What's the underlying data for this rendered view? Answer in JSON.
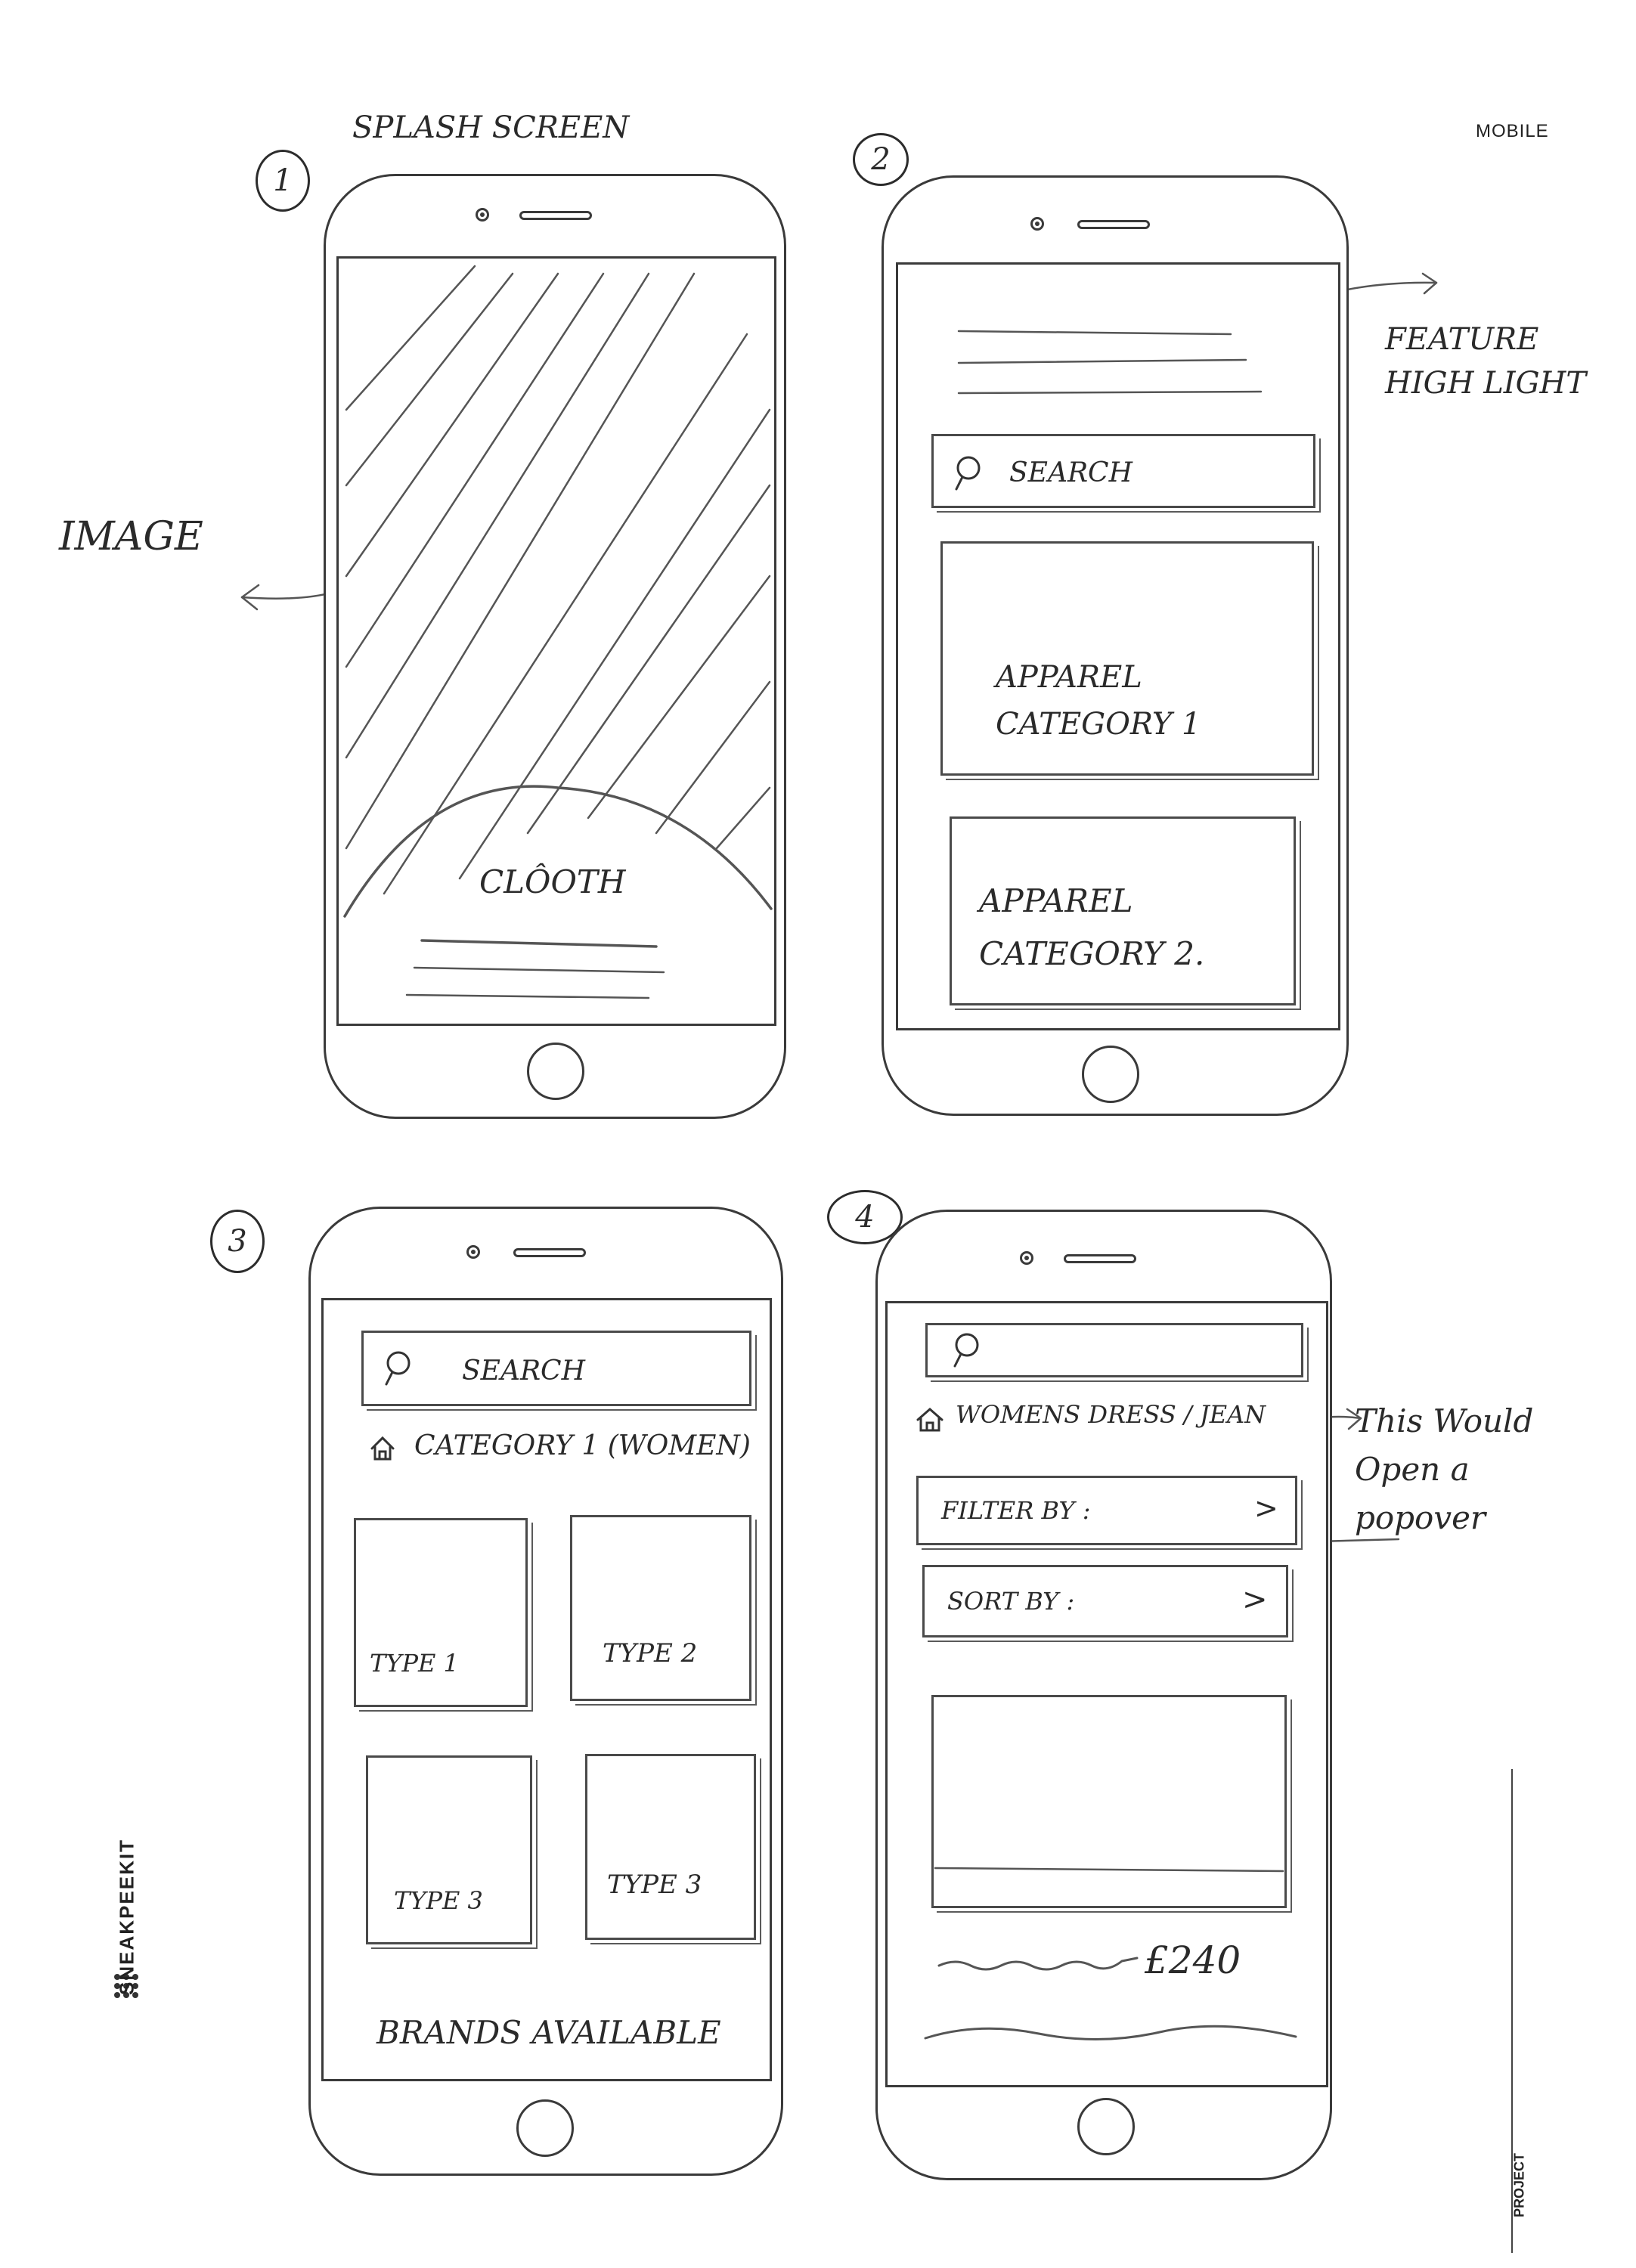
{
  "page": {
    "top_right_label": "MOBILE",
    "footer_brand": "SNEAKPEEKIT",
    "footer_project": "PROJECT"
  },
  "screen1": {
    "number": "1",
    "title": "SPLASH SCREEN",
    "annotation": "IMAGE",
    "app_name": "CLÔOTH"
  },
  "screen2": {
    "number": "2",
    "annotation": [
      "FEATURE",
      "HIGH LIGHT"
    ],
    "search_label": "SEARCH",
    "cards": [
      "APPAREL\nCATEGORY 1",
      "APPAREL\nCATEGORY 2."
    ]
  },
  "screen3": {
    "number": "3",
    "search_label": "SEARCH",
    "breadcrumb": "CATEGORY 1 (WOMEN)",
    "tiles": [
      "TYPE 1",
      "TYPE 2",
      "TYPE 3",
      "TYPE 3"
    ],
    "brands_label": "BRANDS AVAILABLE"
  },
  "screen4": {
    "number": "4",
    "breadcrumb": "WOMENS DRESS / JEAN",
    "filter_label": "FILTER BY :",
    "sort_label": "SORT BY :",
    "chevron": ">",
    "price": "£240",
    "annotation": [
      "This Would",
      "Open a",
      "popover"
    ]
  }
}
